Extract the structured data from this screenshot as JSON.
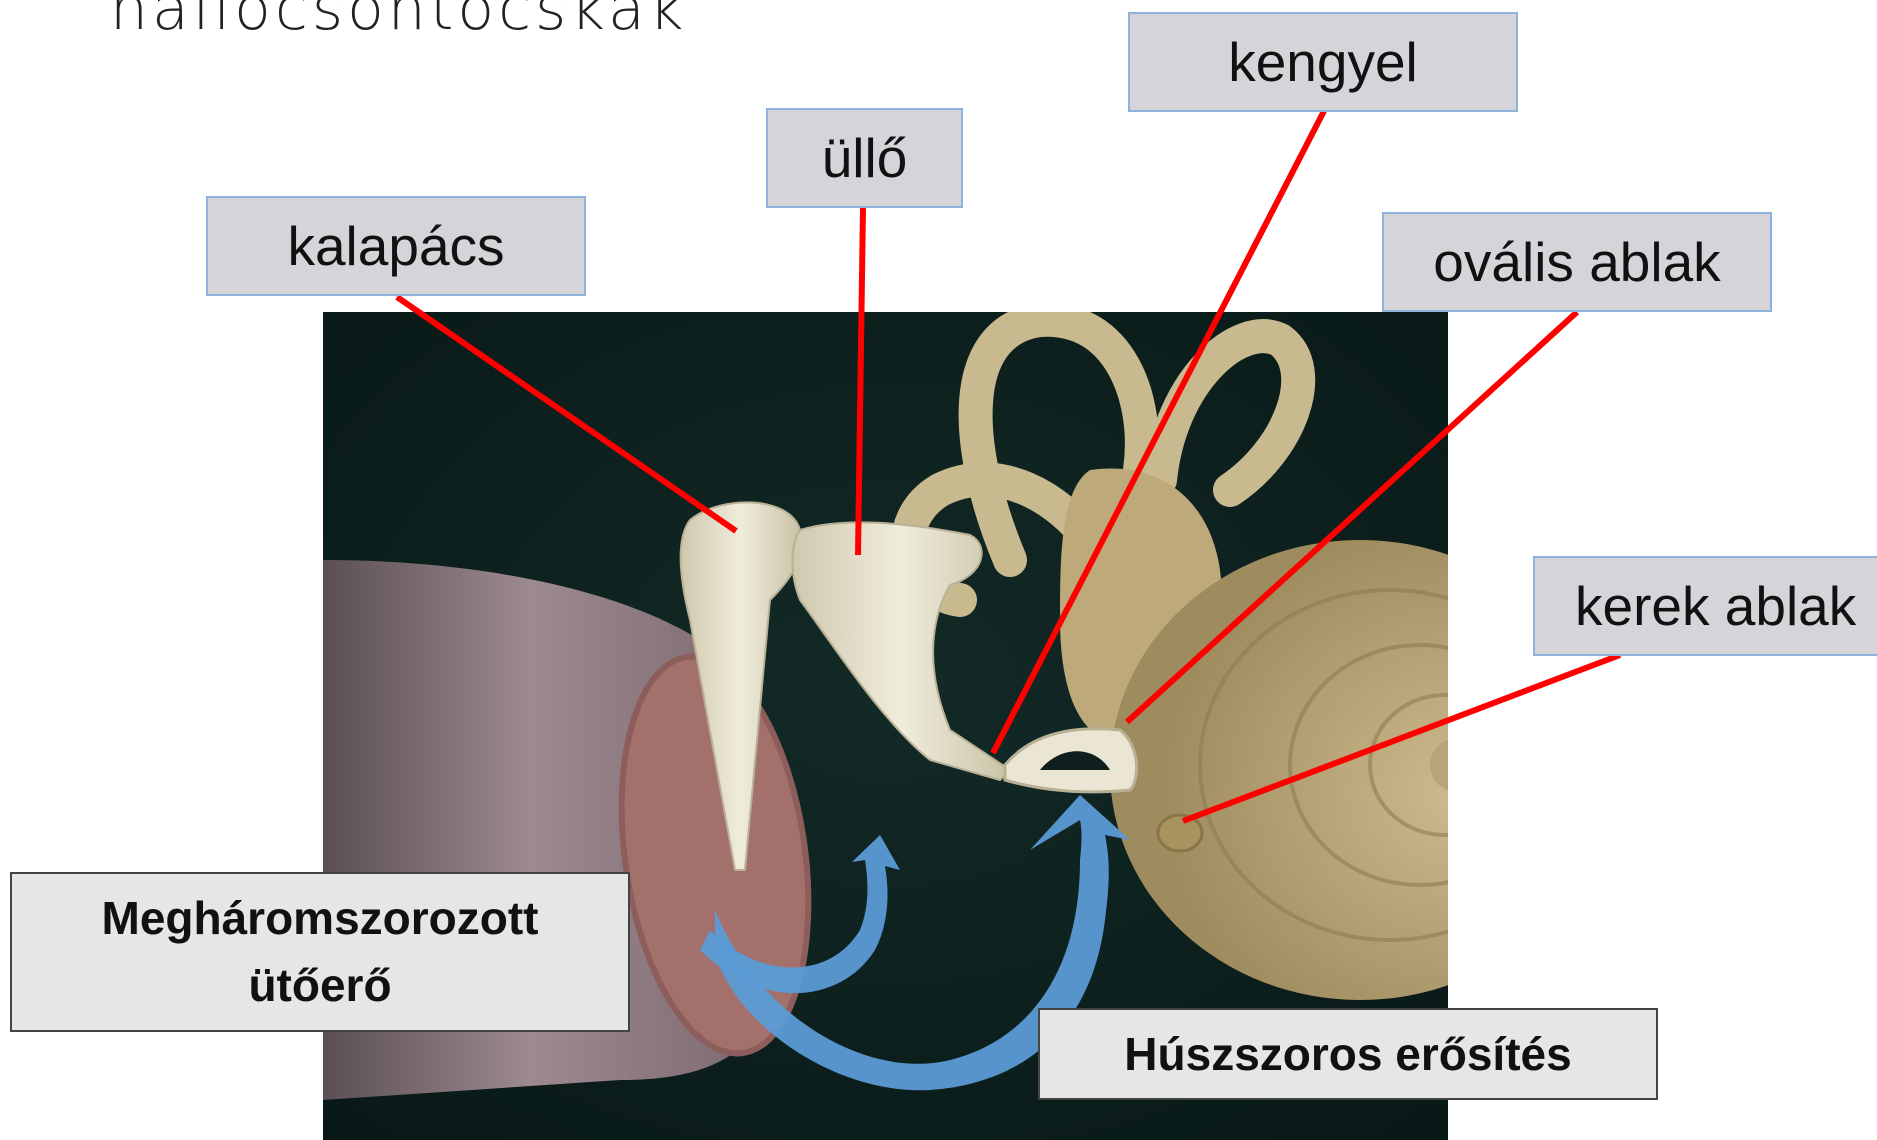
{
  "slide": {
    "title": "hallócsontocskák"
  },
  "labels": {
    "kalapacs": "kalapács",
    "ullo": "üllő",
    "kengyel": "kengyel",
    "ovalis_ablak": "ovális ablak",
    "kerek_ablak": "kerek ablak"
  },
  "callouts": {
    "triple_force_line1": "Megháromszorozott",
    "triple_force_line2": "ütőerő",
    "twenty_fold": "Húszszoros erősítés"
  },
  "colors": {
    "label_fill": "#d6d4d8",
    "label_border": "#8eb3da",
    "leader_line": "#ff0000",
    "arrow_fill": "#5b9bd5",
    "photo_background": "#0e1f1d",
    "bone": "#e8e3cf",
    "cochlea": "#c3b083",
    "eardrum": "#a3706c"
  }
}
